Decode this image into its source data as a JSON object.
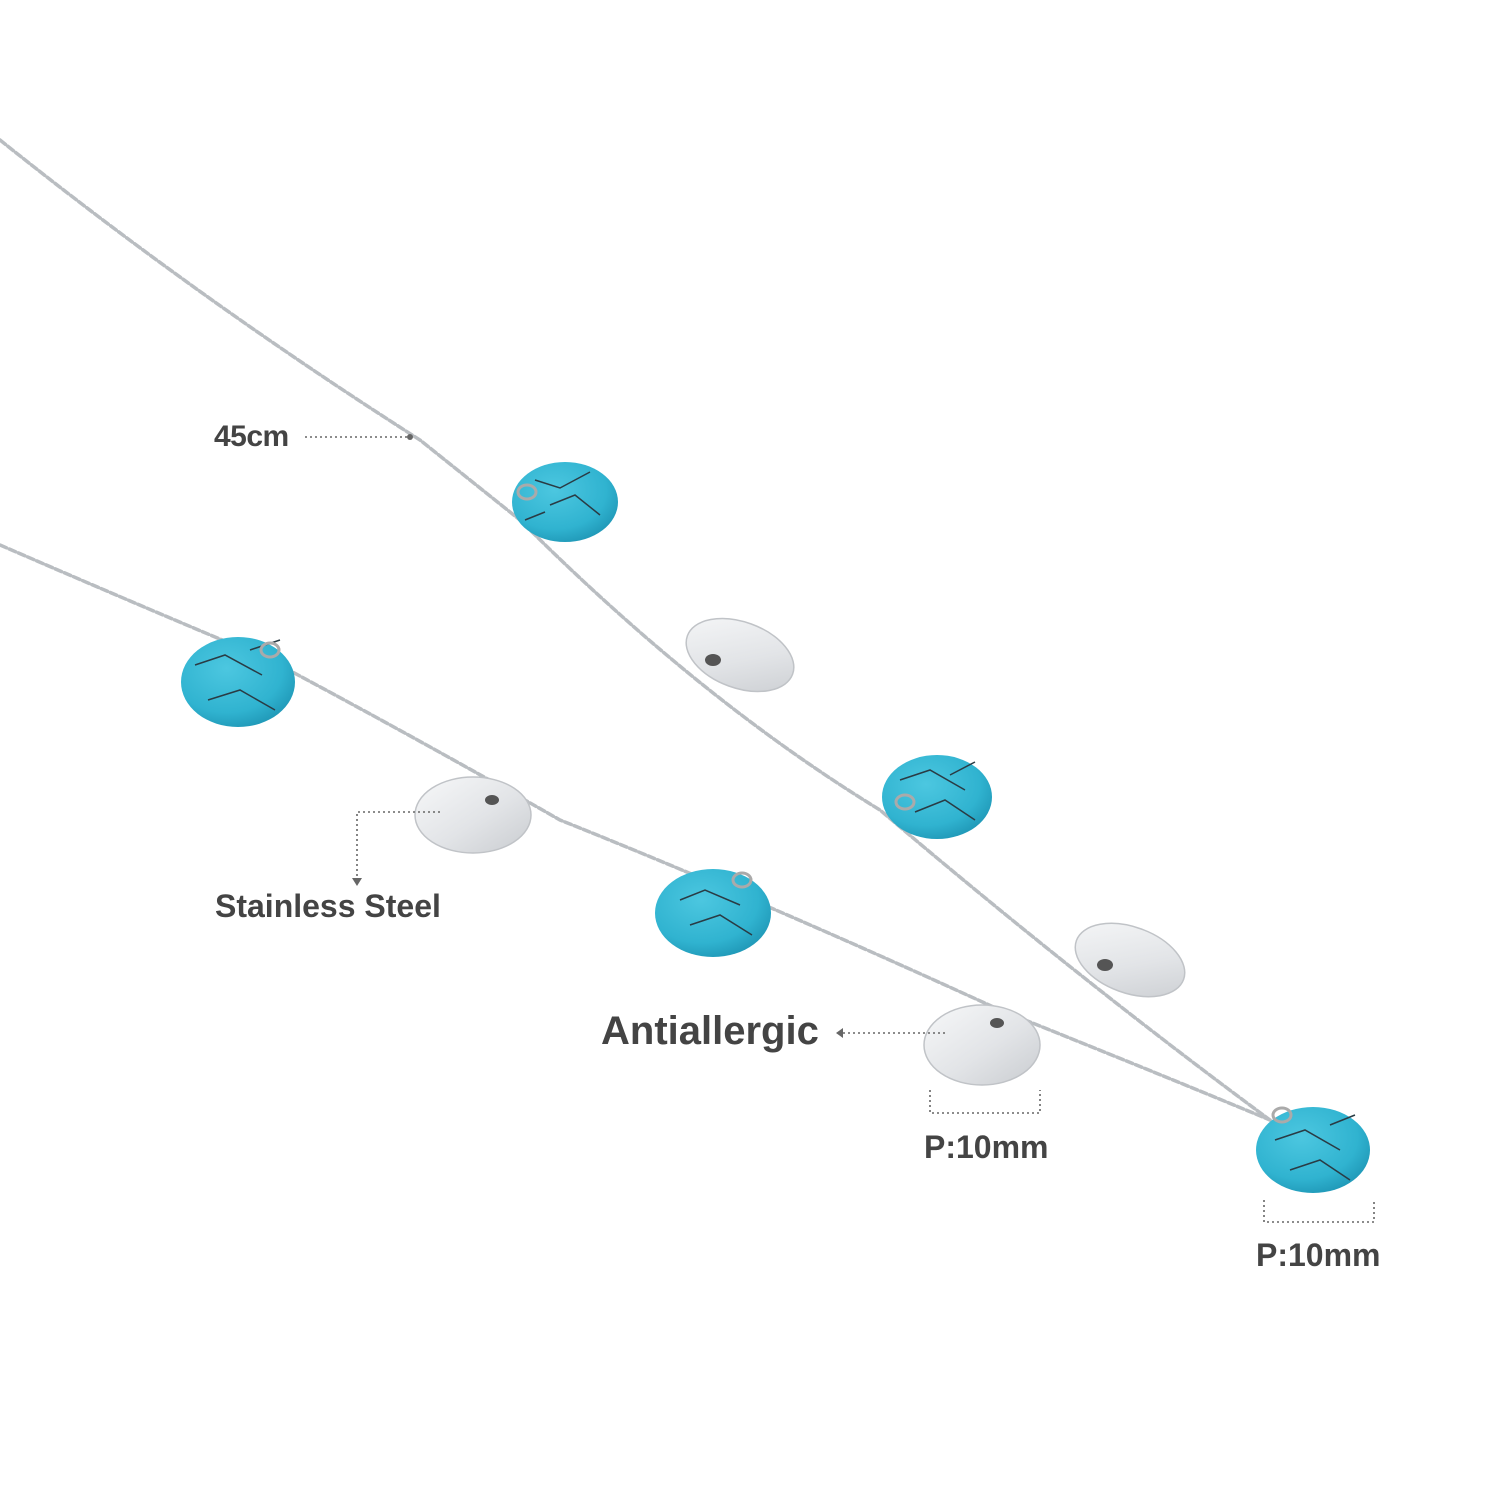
{
  "annotations": {
    "length": "45cm",
    "material": "Stainless Steel",
    "feature": "Antiallergic",
    "pendant_size_1": "P:10mm",
    "pendant_size_2": "P:10mm"
  },
  "colors": {
    "background": "#ffffff",
    "turquoise": "#35b8d4",
    "turquoise_vein": "#2a3b44",
    "steel": "#e8eaec",
    "chain": "#b9bdc1",
    "label_text": "#444444",
    "leader_line": "#666666"
  },
  "pendants": [
    "turquoise-icon",
    "steel-disc-icon",
    "turquoise-icon",
    "steel-disc-icon",
    "turquoise-icon",
    "steel-disc-icon",
    "turquoise-icon",
    "steel-disc-icon",
    "turquoise-icon"
  ]
}
